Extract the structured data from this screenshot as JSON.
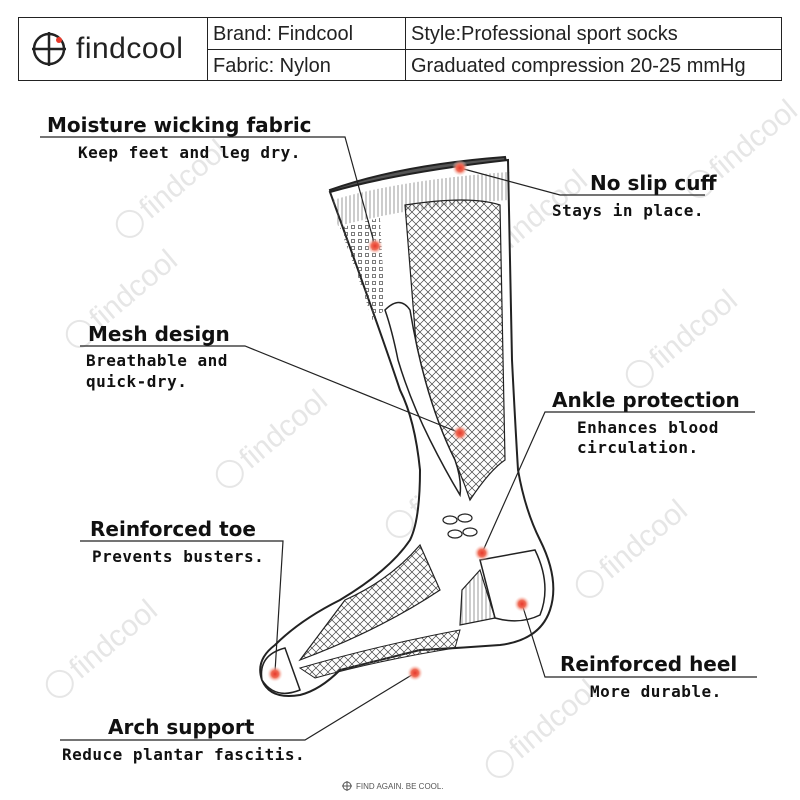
{
  "header": {
    "logo_text": "findcool",
    "brand": "Brand: Findcool",
    "fabric": "Fabric: Nylon",
    "style": "Style:Professional sport socks",
    "compression": "Graduated compression 20-25 mmHg"
  },
  "features": [
    {
      "title": "Moisture wicking fabric",
      "desc": "Keep feet and leg dry."
    },
    {
      "title": "No slip cuff",
      "desc": "Stays in place."
    },
    {
      "title": "Mesh design",
      "desc_line1": "Breathable and",
      "desc_line2": "quick-dry."
    },
    {
      "title": "Ankle protection",
      "desc_line1": "Enhances blood",
      "desc_line2": "circulation."
    },
    {
      "title": "Reinforced toe",
      "desc": "Prevents busters."
    },
    {
      "title": "Reinforced heel",
      "desc": "More durable."
    },
    {
      "title": "Arch support",
      "desc": "Reduce plantar fascitis."
    }
  ],
  "watermark_text": "findcool",
  "footer": "FIND AGAIN. BE COOL.",
  "colors": {
    "marker": "#e8392b",
    "marker_glow": "#f7b8a8",
    "line": "#222222"
  }
}
